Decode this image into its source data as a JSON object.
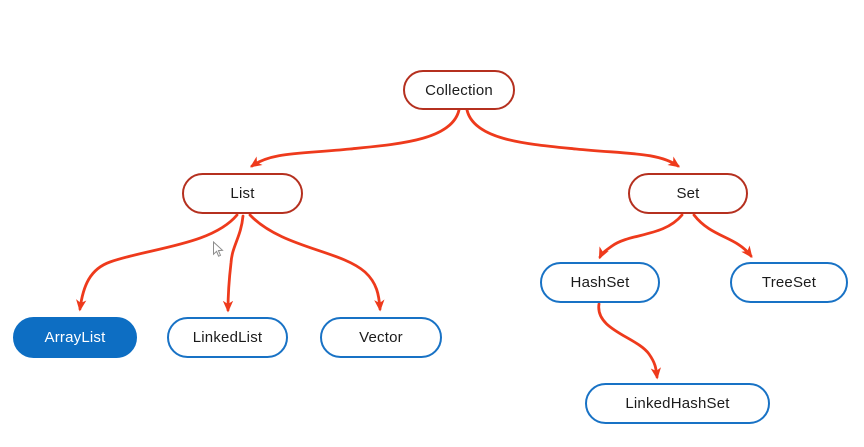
{
  "diagram": {
    "nodes": [
      {
        "id": "collection",
        "label": "Collection",
        "style": "red-outline"
      },
      {
        "id": "list",
        "label": "List",
        "style": "red-outline"
      },
      {
        "id": "set",
        "label": "Set",
        "style": "red-outline"
      },
      {
        "id": "arraylist",
        "label": "ArrayList",
        "style": "blue-filled"
      },
      {
        "id": "linkedlist",
        "label": "LinkedList",
        "style": "blue-outline"
      },
      {
        "id": "vector",
        "label": "Vector",
        "style": "blue-outline"
      },
      {
        "id": "hashset",
        "label": "HashSet",
        "style": "blue-outline"
      },
      {
        "id": "treeset",
        "label": "TreeSet",
        "style": "blue-outline"
      },
      {
        "id": "linkedhashset",
        "label": "LinkedHashSet",
        "style": "blue-outline"
      }
    ],
    "edges": [
      {
        "from": "Collection",
        "to": "List"
      },
      {
        "from": "Collection",
        "to": "Set"
      },
      {
        "from": "List",
        "to": "ArrayList"
      },
      {
        "from": "List",
        "to": "LinkedList"
      },
      {
        "from": "List",
        "to": "Vector"
      },
      {
        "from": "Set",
        "to": "HashSet"
      },
      {
        "from": "Set",
        "to": "TreeSet"
      },
      {
        "from": "HashSet",
        "to": "LinkedHashSet"
      }
    ],
    "colors": {
      "background": "#ffffff",
      "node_border_red": "#b5301f",
      "node_border_blue": "#1872c5",
      "node_fill_blue": "#0d6ec3",
      "arrow_red": "#ee3a1c"
    }
  },
  "cursor": {
    "icon": "mouse-pointer"
  }
}
